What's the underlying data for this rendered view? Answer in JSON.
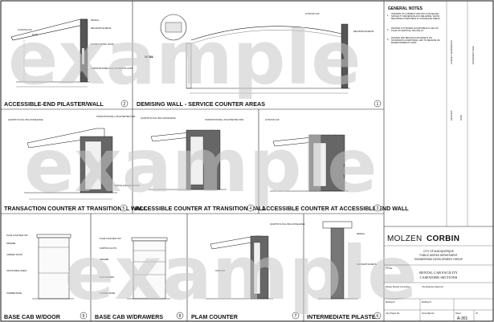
{
  "watermark": [
    "example",
    "example",
    "example"
  ],
  "drawings": {
    "d1": {
      "title": "ACCESSIBLE-END PILASTER/WALL",
      "number": "2"
    },
    "d2": {
      "title": "DEMISING WALL - SERVICE COUNTER AREAS",
      "number": "1"
    },
    "d3": {
      "title": "TRANSACTION COUNTER AT TRANSITIONAL WALL",
      "number": "5"
    },
    "d4": {
      "title": "ACCESSIBLE COUNTER AT TRANSITION WALL",
      "number": "4"
    },
    "d5": {
      "title": "ACCESSIBLE COUNTER AT ACCESSIBLE-END WALL",
      "number": "3"
    },
    "d6": {
      "title": "BASE CAB W/DOOR",
      "number": "9"
    },
    "d7": {
      "title": "BASE CAB W/DRAWERS",
      "number": "8"
    },
    "d8": {
      "title": "PLAM COUNTER",
      "number": "7"
    },
    "d9": {
      "title": "INTERMEDIATE PILASTER",
      "number": "6"
    }
  },
  "detail_label": "DETAIL",
  "callouts": {
    "hi_wood_cap": "HI WOOD CAP",
    "plam": "PLAM",
    "reveal": "REVEAL",
    "decorative_metal": "DECORATIVE METAL",
    "double_swing_door": "DOUBLE SWING DOOR",
    "laminate_panels": "LAMINATE PANELS ON STANDOFFS CAPS",
    "quartz": "QUARTZ IN FULL BULLNOSE EDGE",
    "transition_wall": "TRANSITION WALL PILASTER BEYOND",
    "plam_counter_top": "PLAM COUNTER TOP",
    "drawer": "DRAWER",
    "cabinet_door": "CABINET DOOR",
    "adjustable_shelf": "ADJUSTABLE SHELF",
    "scribed_base": "SCRIBED BASE",
    "sorting_slots": "SORTING SLOTS",
    "file_drawer": "FILE DRAWER",
    "support": "SUPPORT",
    "particle_board": "PARTICLE BOARD STUDS"
  },
  "general_notes": {
    "heading": "GENERAL NOTES",
    "items": [
      {
        "n": "1.",
        "text": "INTERIOR OF CABINETS AND 30% CONCEALED SPACES TO RECEIVE BLACK MELAMINE. WHITE MELAMINE ACCEPTABLE IN CONCEALED AREAS."
      },
      {
        "n": "2.",
        "text": "PAINTED GYP BOARD ACCEPTABLE IN LIEU OF PLAM ON VERTICAL TRA WALLS."
      },
      {
        "n": "3.",
        "text": "PAINTED HDF BEHIND PLAM PANELS ON STANDOFFS ACCEPTABLE. HDF TO RECEIVE OIL BASED PRIMER AT SHOP."
      }
    ]
  },
  "titleblock": {
    "firm": "MOLZEN",
    "firm2": "CORBIN",
    "client": [
      "CITY OF ALBUQUERQUE",
      "PUBLIC WORKS DEPARTMENT",
      "ENGINEERING DEVELOPMENT GROUP"
    ],
    "title_label": "TITLE:",
    "project_title": [
      "RENTAL CAR FACILITY",
      "CASEWORK SECTIONS"
    ],
    "row_labels": [
      "Design Review Committee",
      "City Engineer Approval",
      "Mo/Day/Yr",
      "Mo/Day/Yr"
    ],
    "footer": [
      "City Project No.",
      "Zone Map No.",
      "Sheet",
      "Of"
    ],
    "sheet_no": "A-301",
    "side_labels": [
      "AS BUILT INFORMATION",
      "REVISION",
      "DATE",
      "ENGINEER'S SEAL"
    ]
  }
}
